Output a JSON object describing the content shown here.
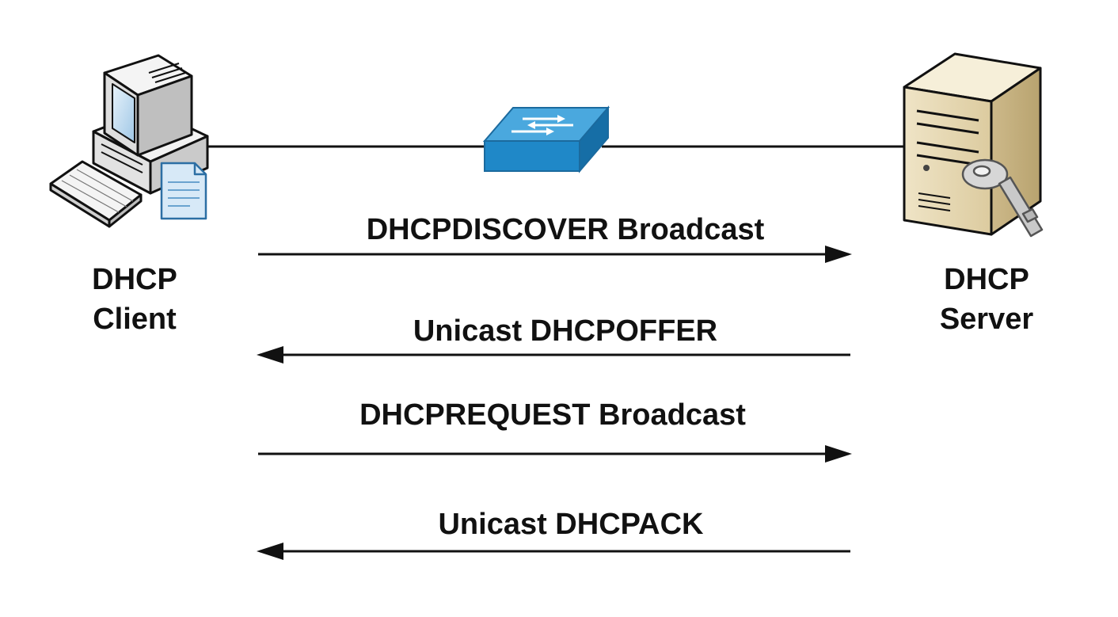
{
  "client": {
    "line1": "DHCP",
    "line2": "Client",
    "icon": "desktop-computer-icon"
  },
  "server": {
    "line1": "DHCP",
    "line2": "Server",
    "icon": "server-tower-icon"
  },
  "switch": {
    "icon": "network-switch-icon",
    "color": "#1f88c8"
  },
  "messages": [
    {
      "label": "DHCPDISCOVER Broadcast",
      "direction": "client-to-server"
    },
    {
      "label": "Unicast DHCPOFFER",
      "direction": "server-to-client"
    },
    {
      "label": "DHCPREQUEST Broadcast",
      "direction": "client-to-server"
    },
    {
      "label": "Unicast DHCPACK",
      "direction": "server-to-client"
    }
  ]
}
